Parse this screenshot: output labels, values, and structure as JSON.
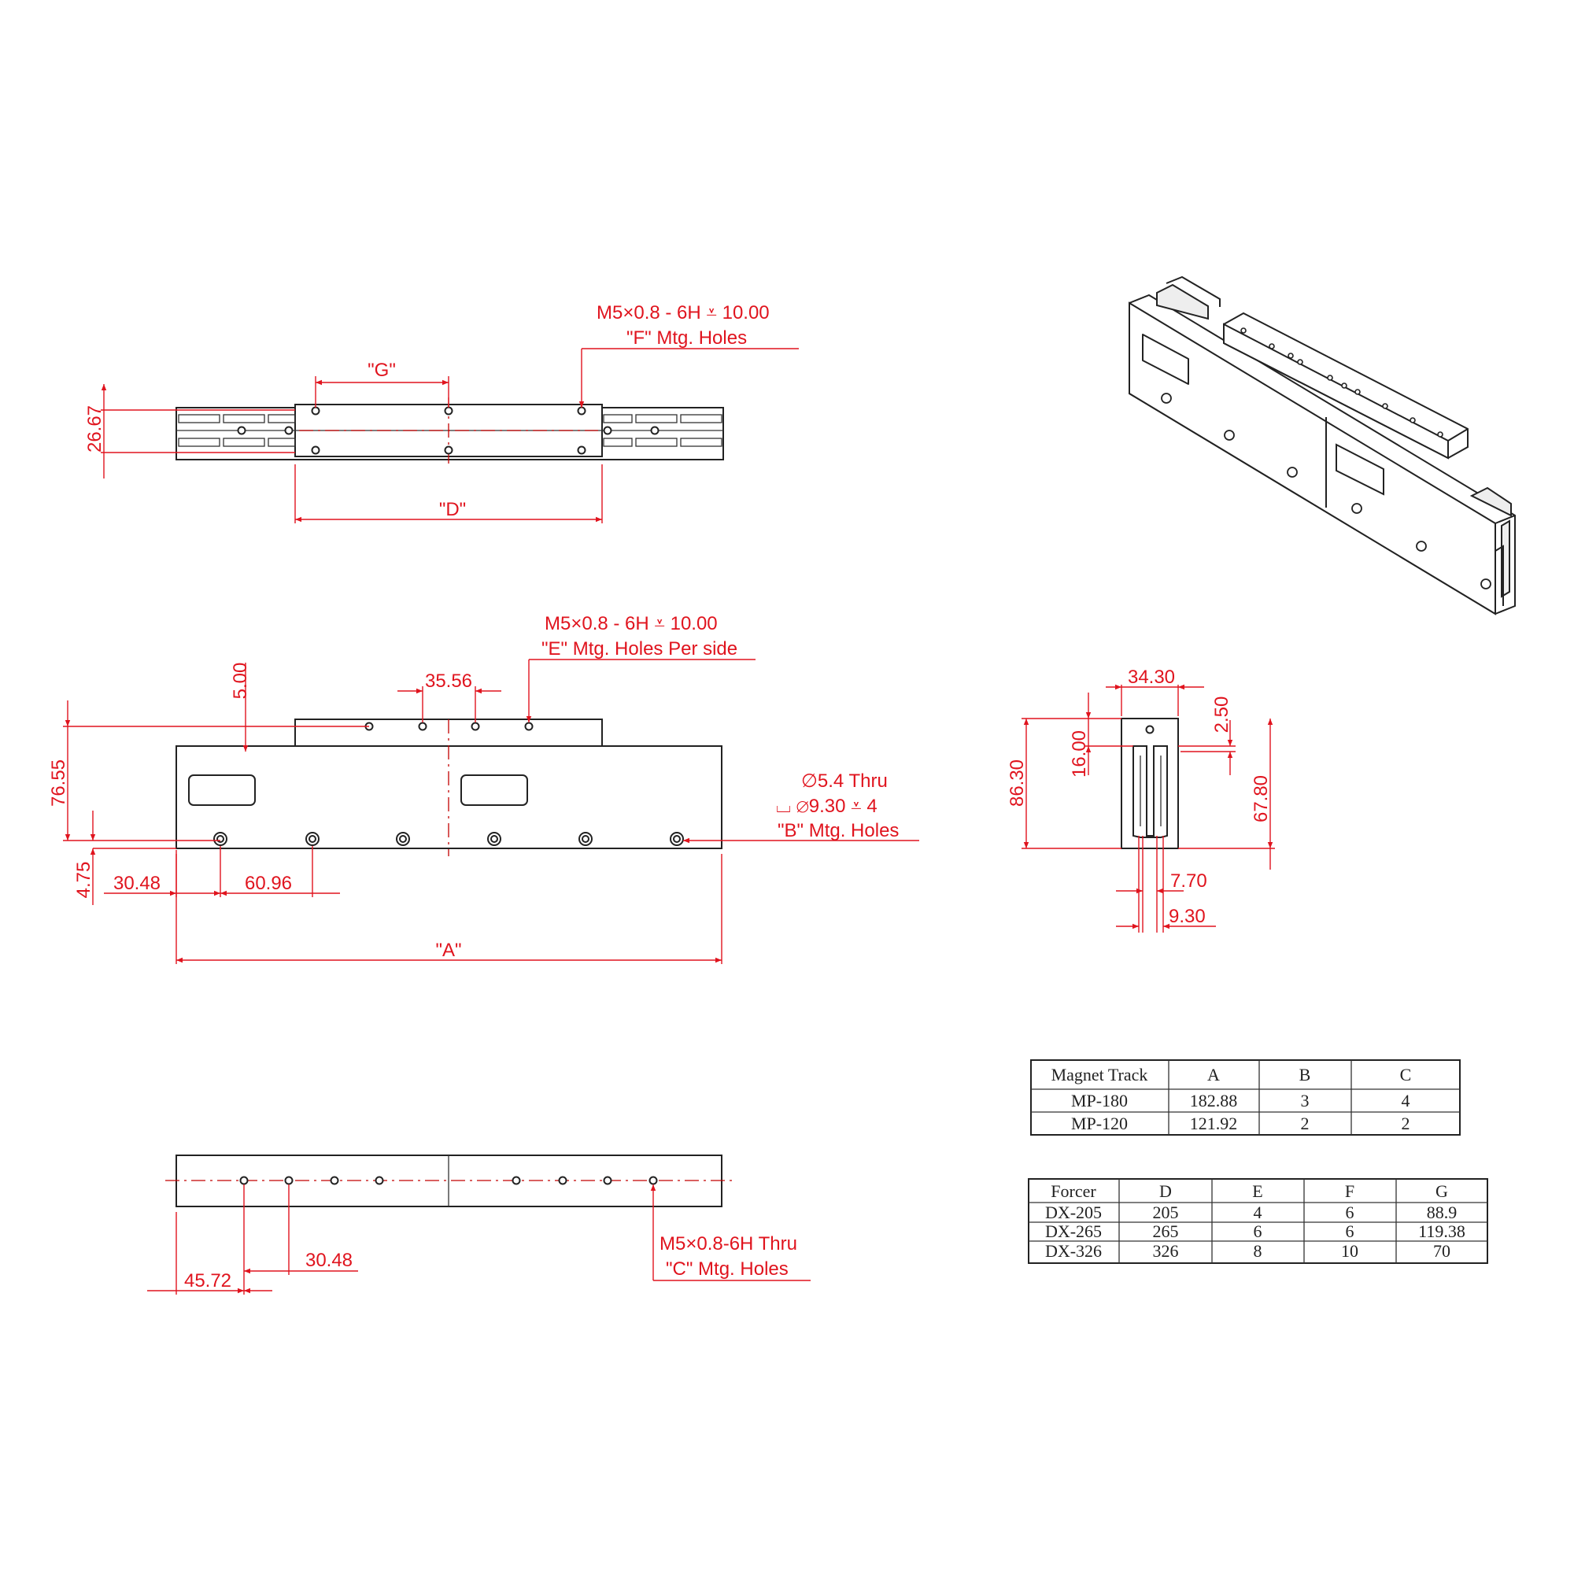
{
  "top_view": {
    "dim_26_67": "26.67",
    "g_label": "\"G\"",
    "d_label": "\"D\"",
    "f_note_line1": "M5×0.8 - 6H ⩡ 10.00",
    "f_note_line2": "\"F\" Mtg. Holes"
  },
  "side_view": {
    "dim_5_00": "5.00",
    "dim_35_56": "35.56",
    "dim_76_55": "76.55",
    "dim_4_75": "4.75",
    "dim_30_48": "30.48",
    "dim_60_96": "60.96",
    "a_label": "\"A\"",
    "e_note_line1": "M5×0.8 - 6H ⩡ 10.00",
    "e_note_line2": "\"E\" Mtg. Holes Per side",
    "b_note_line1": "∅5.4 Thru",
    "b_note_line2": "⌴ ∅9.30 ⩡ 4",
    "b_note_line3": "\"B\" Mtg. Holes"
  },
  "end_view": {
    "dim_34_30": "34.30",
    "dim_2_50": "2.50",
    "dim_16_00": "16.00",
    "dim_86_30": "86.30",
    "dim_67_80": "67.80",
    "dim_7_70": "7.70",
    "dim_9_30": "9.30"
  },
  "bottom_view": {
    "dim_45_72": "45.72",
    "dim_30_48": "30.48",
    "c_note_line1": "M5×0.8-6H Thru",
    "c_note_line2": "\"C\" Mtg. Holes"
  },
  "magnet_table": {
    "headers": [
      "Magnet Track",
      "A",
      "B",
      "C"
    ],
    "rows": [
      [
        "MP-180",
        "182.88",
        "3",
        "4"
      ],
      [
        "MP-120",
        "121.92",
        "2",
        "2"
      ]
    ]
  },
  "forcer_table": {
    "headers": [
      "Forcer",
      "D",
      "E",
      "F",
      "G"
    ],
    "rows": [
      [
        "DX-205",
        "205",
        "4",
        "6",
        "88.9"
      ],
      [
        "DX-265",
        "265",
        "6",
        "6",
        "119.38"
      ],
      [
        "DX-326",
        "326",
        "8",
        "10",
        "70"
      ]
    ]
  },
  "colors": {
    "dimension": "#e0141e",
    "outline": "#222222",
    "centerline": "#c40000"
  }
}
